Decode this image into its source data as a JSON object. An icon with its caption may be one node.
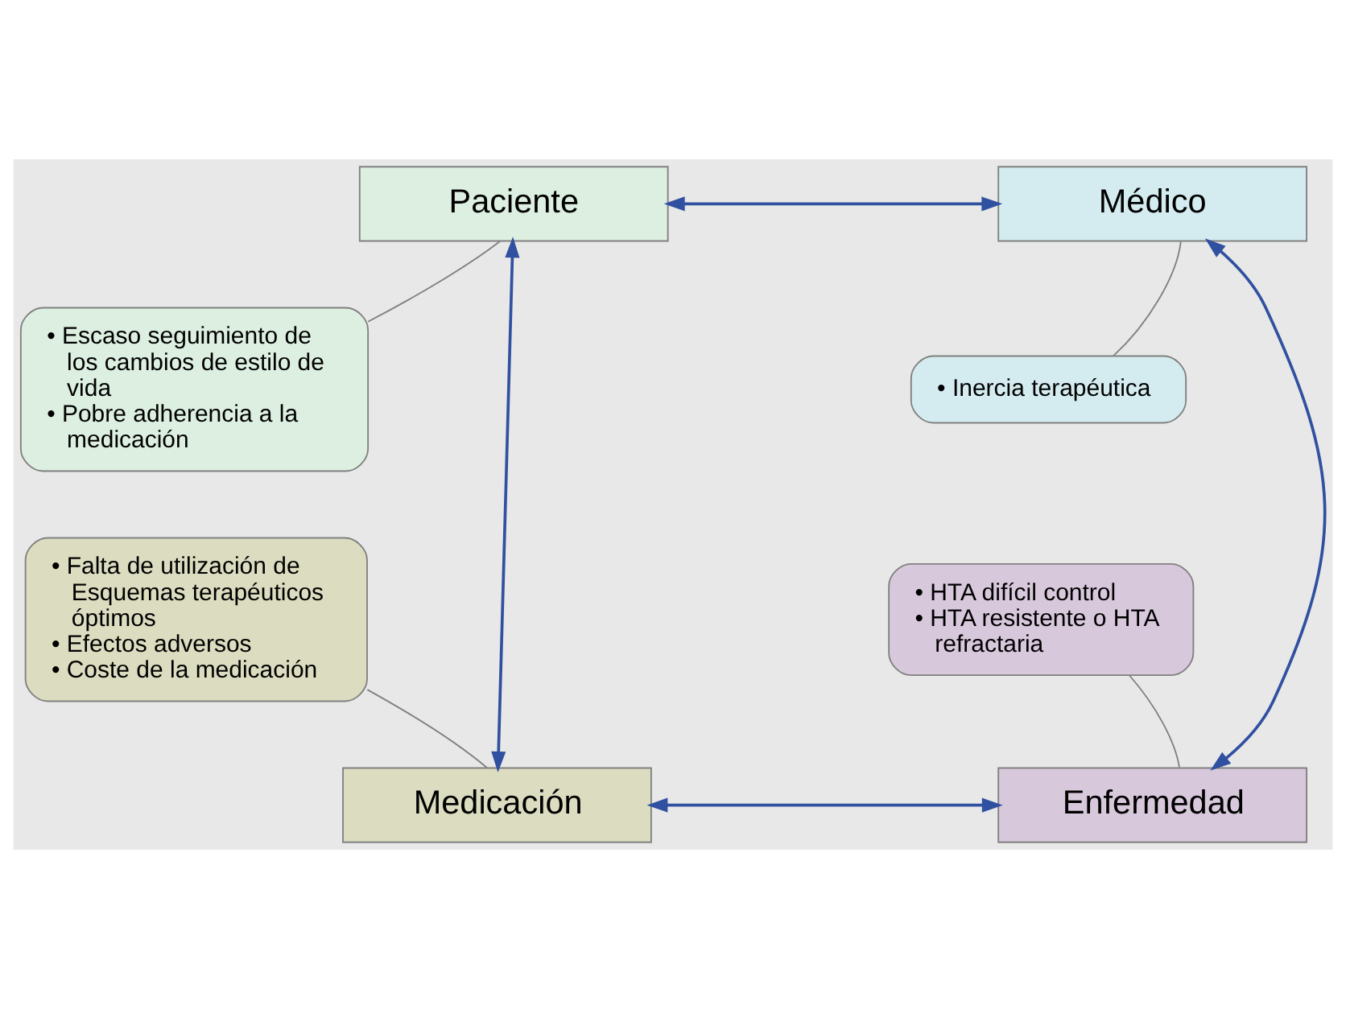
{
  "diagram": {
    "nodes": [
      {
        "text": [
          "Paciente"
        ]
      },
      {
        "text": [
          "Médico"
        ]
      },
      {
        "text": [
          "• Escaso seguimiento de los cambios de estilo de vida",
          "• Pobre adherencia a la medicación"
        ]
      },
      {
        "text": [
          "• Inercia terapéutica"
        ]
      },
      {
        "text": [
          "• Falta de utilización de Esquemas terapéuticos óptimos",
          "• Efectos adversos",
          "• Coste de la medicación"
        ]
      },
      {
        "text": [
          "• HTA difícil control",
          "• HTA resistente o HTA refractaria"
        ]
      },
      {
        "text": [
          "Medicación"
        ]
      },
      {
        "text": [
          "Enfermedad"
        ]
      }
    ],
    "edges": [
      {
        "from": 0,
        "to": 1,
        "arrow": "both"
      },
      {
        "from": 0,
        "to": 6,
        "arrow": "both"
      },
      {
        "from": 1,
        "to": 7,
        "arrow": "both"
      },
      {
        "from": 6,
        "to": 7,
        "arrow": "both"
      },
      {
        "from": 2,
        "to": 0,
        "arrow": "none"
      },
      {
        "from": 3,
        "to": 1,
        "arrow": "none"
      },
      {
        "from": 4,
        "to": 6,
        "arrow": "none"
      },
      {
        "from": 5,
        "to": 7,
        "arrow": "none"
      }
    ]
  }
}
